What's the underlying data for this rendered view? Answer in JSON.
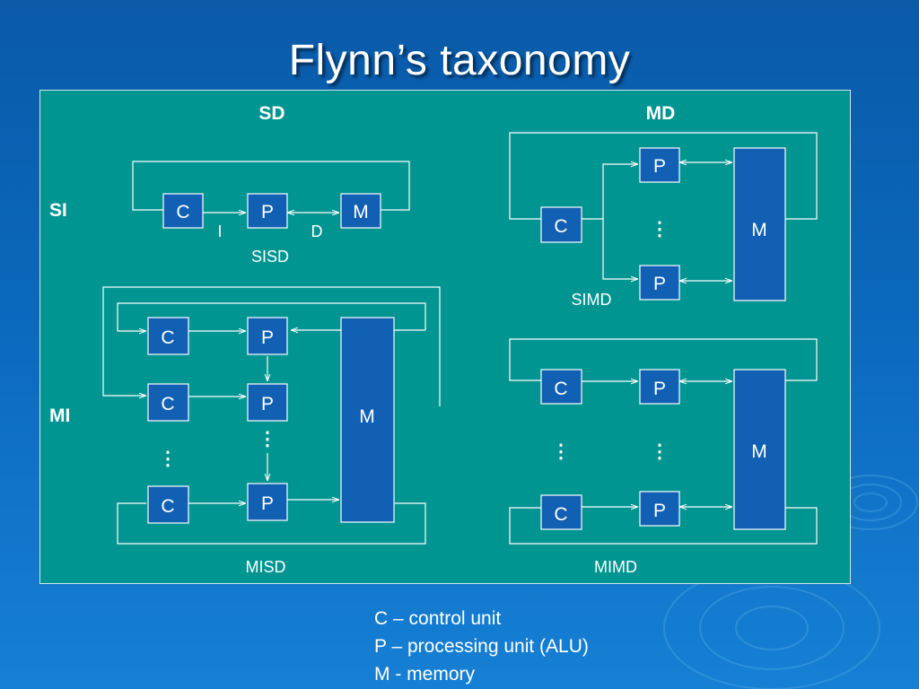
{
  "slide": {
    "title": "Flynn’s taxonomy",
    "colors": {
      "background": "#0b68bd",
      "panel": "#009591",
      "box": "#1160b4",
      "line": "#ffffff"
    }
  },
  "diagram": {
    "columns": {
      "sd": "SD",
      "md": "MD"
    },
    "rows": {
      "si": "SI",
      "mi": "MI"
    },
    "units": {
      "control": "C",
      "processing": "P",
      "memory": "M"
    },
    "streams": {
      "instruction": "I",
      "data": "D"
    },
    "ellipsis": "⋮",
    "quadrants": {
      "sisd": "SISD",
      "simd": "SIMD",
      "misd": "MISD",
      "mimd": "MIMD"
    }
  },
  "legend": [
    "C – control unit",
    "P – processing unit (ALU)",
    "M - memory"
  ]
}
